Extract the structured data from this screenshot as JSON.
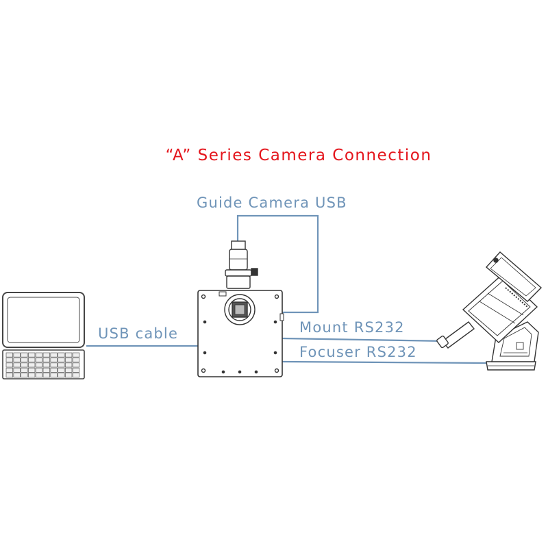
{
  "title": "“A”   Series Camera Connection",
  "labels": {
    "guide_camera_usb": "Guide Camera USB",
    "usb_cable": "USB cable",
    "mount_rs232": "Mount RS232",
    "focuser_rs232": "Focuser RS232"
  },
  "colors": {
    "title": "#e4141b",
    "cable": "#6f94b8",
    "outline": "#333333"
  },
  "devices": [
    "laptop-icon",
    "camera-icon",
    "mount-icon"
  ]
}
